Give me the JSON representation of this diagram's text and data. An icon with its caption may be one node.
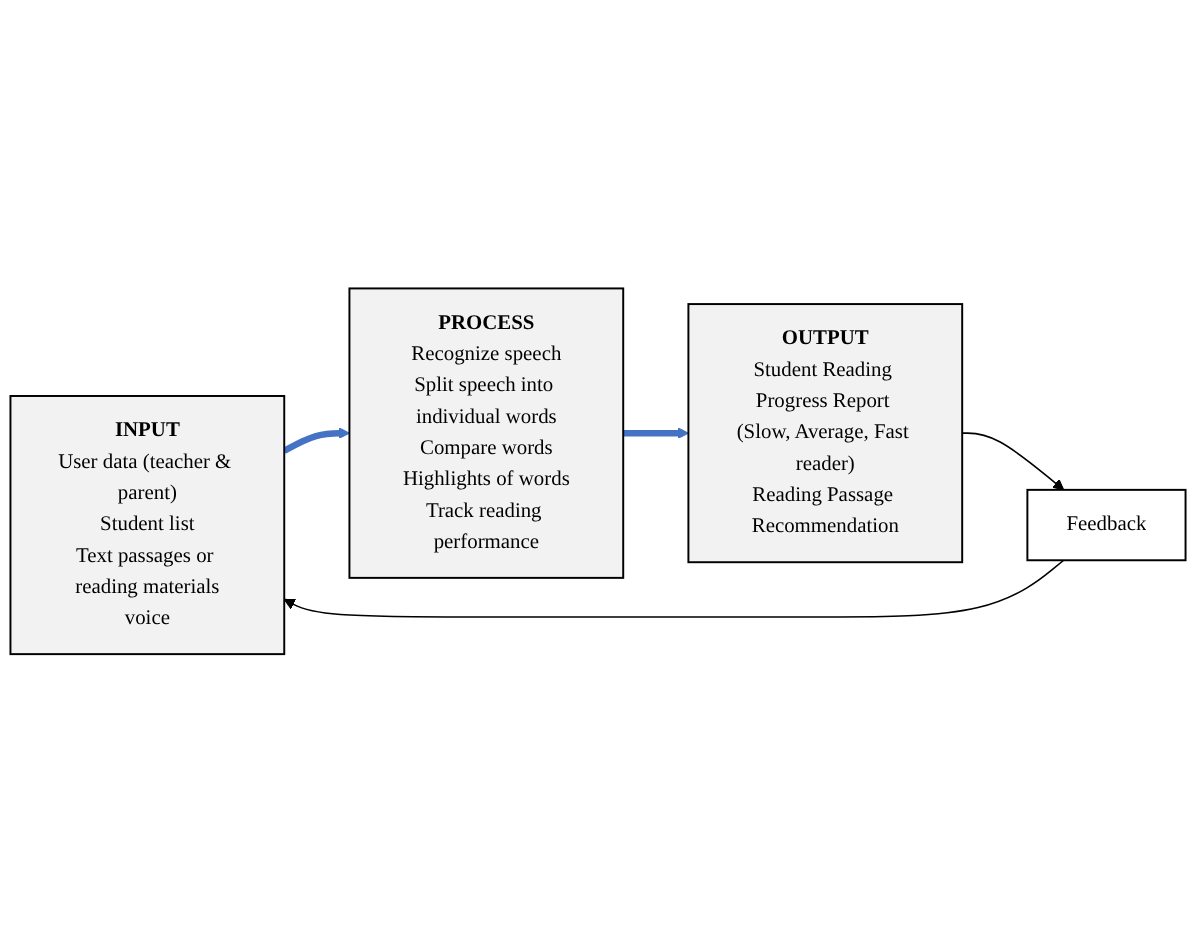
{
  "diagram": {
    "nodes": [
      {
        "text": [
          "INPUT",
          "User data (teacher & parent)",
          "Student list",
          "Text passages or reading materials",
          "voice"
        ]
      },
      {
        "text": [
          "PROCESS",
          "Recognize speech",
          "Split speech into individual words",
          "Compare words",
          "Highlights of words",
          "Track reading performance"
        ]
      },
      {
        "text": [
          "OUTPUT",
          "Student Reading Progress Report (Slow, Average, Fast reader)",
          "Reading Passage Recommendation"
        ]
      },
      {
        "text": [
          "Feedback"
        ]
      }
    ],
    "edges": [
      {
        "from": 0,
        "to": 1,
        "arrow": "to",
        "style": "thick",
        "color": "#4472c4"
      },
      {
        "from": 1,
        "to": 2,
        "arrow": "to",
        "style": "thick",
        "color": "#4472c4"
      },
      {
        "from": 2,
        "to": 3,
        "arrow": "to",
        "color": "#000000"
      },
      {
        "from": 3,
        "to": 0,
        "arrow": "to",
        "color": "#000000"
      }
    ]
  }
}
